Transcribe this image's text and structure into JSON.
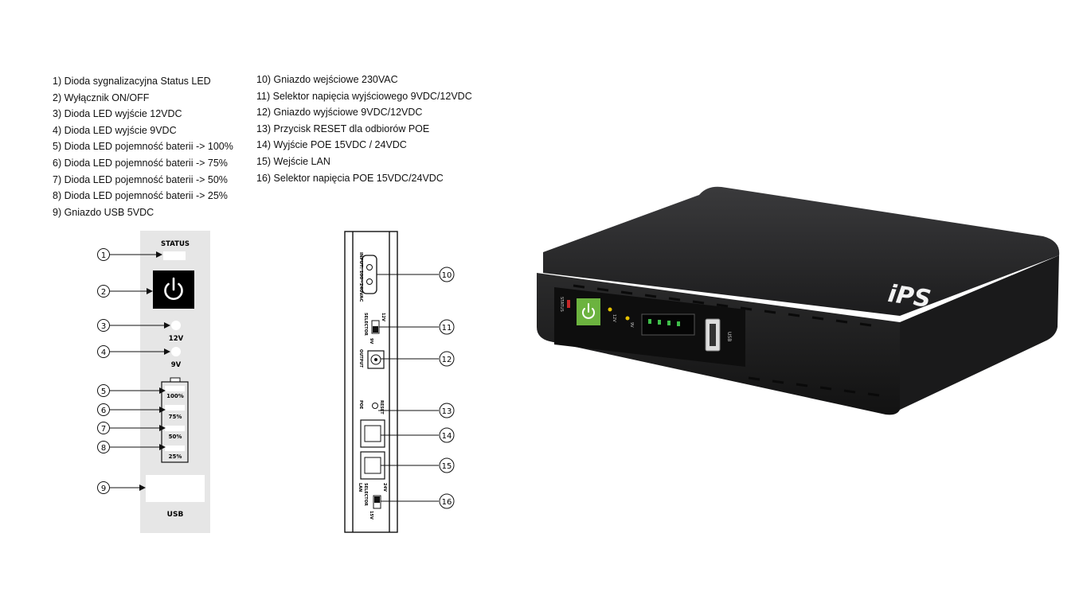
{
  "legend": {
    "left": [
      "1) Dioda sygnalizacyjna Status LED",
      "2) Wyłącznik ON/OFF",
      "3) Dioda LED wyjście 12VDC",
      "4) Dioda LED wyjście 9VDC",
      "5) Dioda LED pojemność baterii -> 100%",
      "6) Dioda LED pojemność baterii -> 75%",
      "7) Dioda LED pojemność baterii -> 50%",
      "8) Dioda LED pojemność baterii -> 25%",
      "9) Gniazdo USB 5VDC"
    ],
    "right": [
      "10) Gniazdo wejściowe 230VAC",
      "11) Selektor napięcia wyjściowego 9VDC/12VDC",
      "12) Gniazdo wyjściowe 9VDC/12VDC",
      "13) Przycisk RESET dla odbiorów POE",
      "14) Wyjście POE 15VDC / 24VDC",
      "15) Wejście LAN",
      "16) Selektor napięcia POE 15VDC/24VDC"
    ]
  },
  "front_panel": {
    "status_label": "STATUS",
    "v12_label": "12V",
    "v9_label": "9V",
    "battery_levels": [
      "100%",
      "75%",
      "50%",
      "25%"
    ],
    "usb_label": "USB",
    "callouts": [
      "1",
      "2",
      "3",
      "4",
      "5",
      "6",
      "7",
      "8",
      "9"
    ]
  },
  "side_panel": {
    "input_label": "INPUT: 100~240VAC",
    "selector_label": "SELECTOR",
    "sel_9v": "9V",
    "sel_12v": "12V",
    "output_label": "OUTPUT",
    "poe_label": "POE",
    "reset_label": "RESET",
    "lan_label": "LAN",
    "lan_selector_label": "SELECTOR",
    "sel_15v": "15V",
    "sel_24v": "24V",
    "callouts": [
      "10",
      "11",
      "12",
      "13",
      "14",
      "15",
      "16"
    ]
  },
  "product": {
    "brand": "iPS",
    "status_label": "STATUS",
    "v12_label": "12V",
    "v9_label": "9V",
    "usb_label": "USB"
  }
}
